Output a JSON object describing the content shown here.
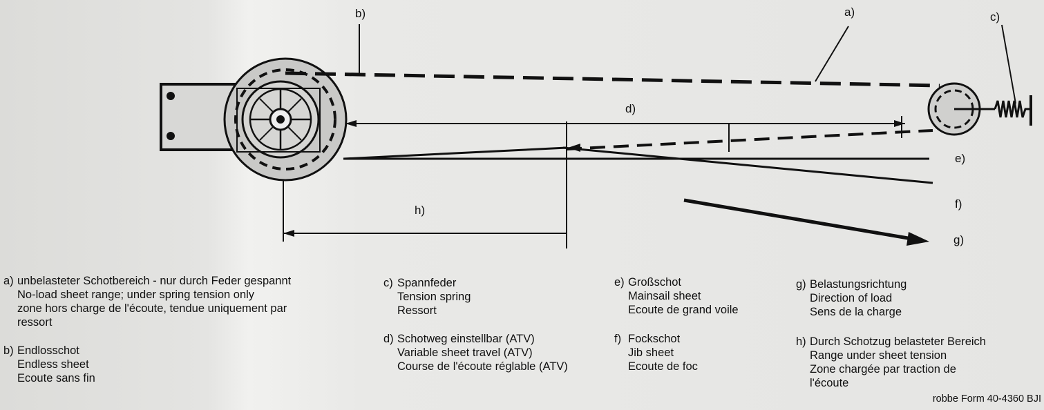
{
  "diagram_labels": {
    "a": "a)",
    "b": "b)",
    "c": "c)",
    "d": "d)",
    "e": "e)",
    "f": "f)",
    "g": "g)",
    "h": "h)"
  },
  "legend": {
    "a": {
      "key": "a)",
      "lines": [
        "unbelasteter Schotbereich - nur durch Feder gespannt",
        "No-load sheet range; under spring tension only",
        "zone hors charge de l'écoute, tendue uniquement par",
        "ressort"
      ]
    },
    "b": {
      "key": "b)",
      "lines": [
        "Endlosschot",
        "Endless sheet",
        "Ecoute sans fin"
      ]
    },
    "c": {
      "key": "c)",
      "lines": [
        "Spannfeder",
        "Tension spring",
        "Ressort"
      ]
    },
    "d": {
      "key": "d)",
      "lines": [
        "Schotweg einstellbar (ATV)",
        "Variable sheet travel (ATV)",
        "Course de l'écoute réglable (ATV)"
      ]
    },
    "e": {
      "key": "e)",
      "lines": [
        "Großschot",
        "Mainsail sheet",
        "Ecoute de grand voile"
      ]
    },
    "f": {
      "key": "f)",
      "lines": [
        "Fockschot",
        "Jib sheet",
        "Ecoute de foc"
      ]
    },
    "g": {
      "key": "g)",
      "lines": [
        "Belastungsrichtung",
        "Direction of load",
        "Sens de la charge"
      ]
    },
    "h": {
      "key": "h)",
      "lines": [
        "Durch Schotzug belasteter Bereich",
        "Range under sheet tension",
        "Zone chargée par traction de",
        "l'écoute"
      ]
    }
  },
  "footer": "robbe Form 40-4360 BJI"
}
